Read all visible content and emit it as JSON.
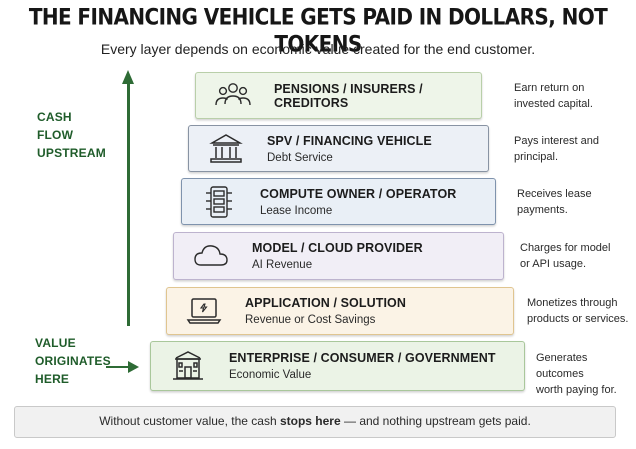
{
  "header": {
    "title": "THE FINANCING VEHICLE GETS PAID IN DOLLARS, NOT TOKENS",
    "subtitle": "Every layer depends on economic value created for the end customer."
  },
  "side_labels": {
    "cash_flow": [
      "CASH",
      "FLOW",
      "UPSTREAM"
    ],
    "value_origin": [
      "VALUE",
      "ORIGINATES",
      "HERE"
    ]
  },
  "layers": [
    {
      "title": "PENSIONS / INSURERS / CREDITORS",
      "subtitle": "",
      "icon": "people-group-icon",
      "note": [
        "Earn return on",
        "invested capital."
      ]
    },
    {
      "title": "SPV / FINANCING VEHICLE",
      "subtitle": "Debt Service",
      "icon": "bank-building-icon",
      "note": [
        "Pays interest and",
        "principal."
      ]
    },
    {
      "title": "COMPUTE OWNER / OPERATOR",
      "subtitle": "Lease Income",
      "icon": "server-rack-icon",
      "note": [
        "Receives lease",
        "payments."
      ]
    },
    {
      "title": "MODEL / CLOUD PROVIDER",
      "subtitle": "AI Revenue",
      "icon": "cloud-icon",
      "note": [
        "Charges for model",
        "or API usage."
      ]
    },
    {
      "title": "APPLICATION / SOLUTION",
      "subtitle": "Revenue or Cost Savings",
      "icon": "laptop-icon",
      "note": [
        "Monetizes through",
        "products or services."
      ]
    },
    {
      "title": "ENTERPRISE / CONSUMER / GOVERNMENT",
      "subtitle": "Economic Value",
      "icon": "storefront-icon",
      "note": [
        "Generates outcomes",
        "worth paying for."
      ]
    }
  ],
  "footer": {
    "text_before": "Without customer value, the cash ",
    "text_bold": "stops here",
    "text_after": " — and nothing upstream gets paid."
  },
  "colors": {
    "green_accent": "#2e6b35",
    "layer_fills": [
      "#eef5e9",
      "#ecf0f6",
      "#e9eff6",
      "#f1eef6",
      "#fbf3e6",
      "#ebf3e6"
    ],
    "layer_borders": [
      "#b9cfa9",
      "#8893a3",
      "#7f93ad",
      "#bdb3ce",
      "#e0c590",
      "#a9c79b"
    ]
  }
}
